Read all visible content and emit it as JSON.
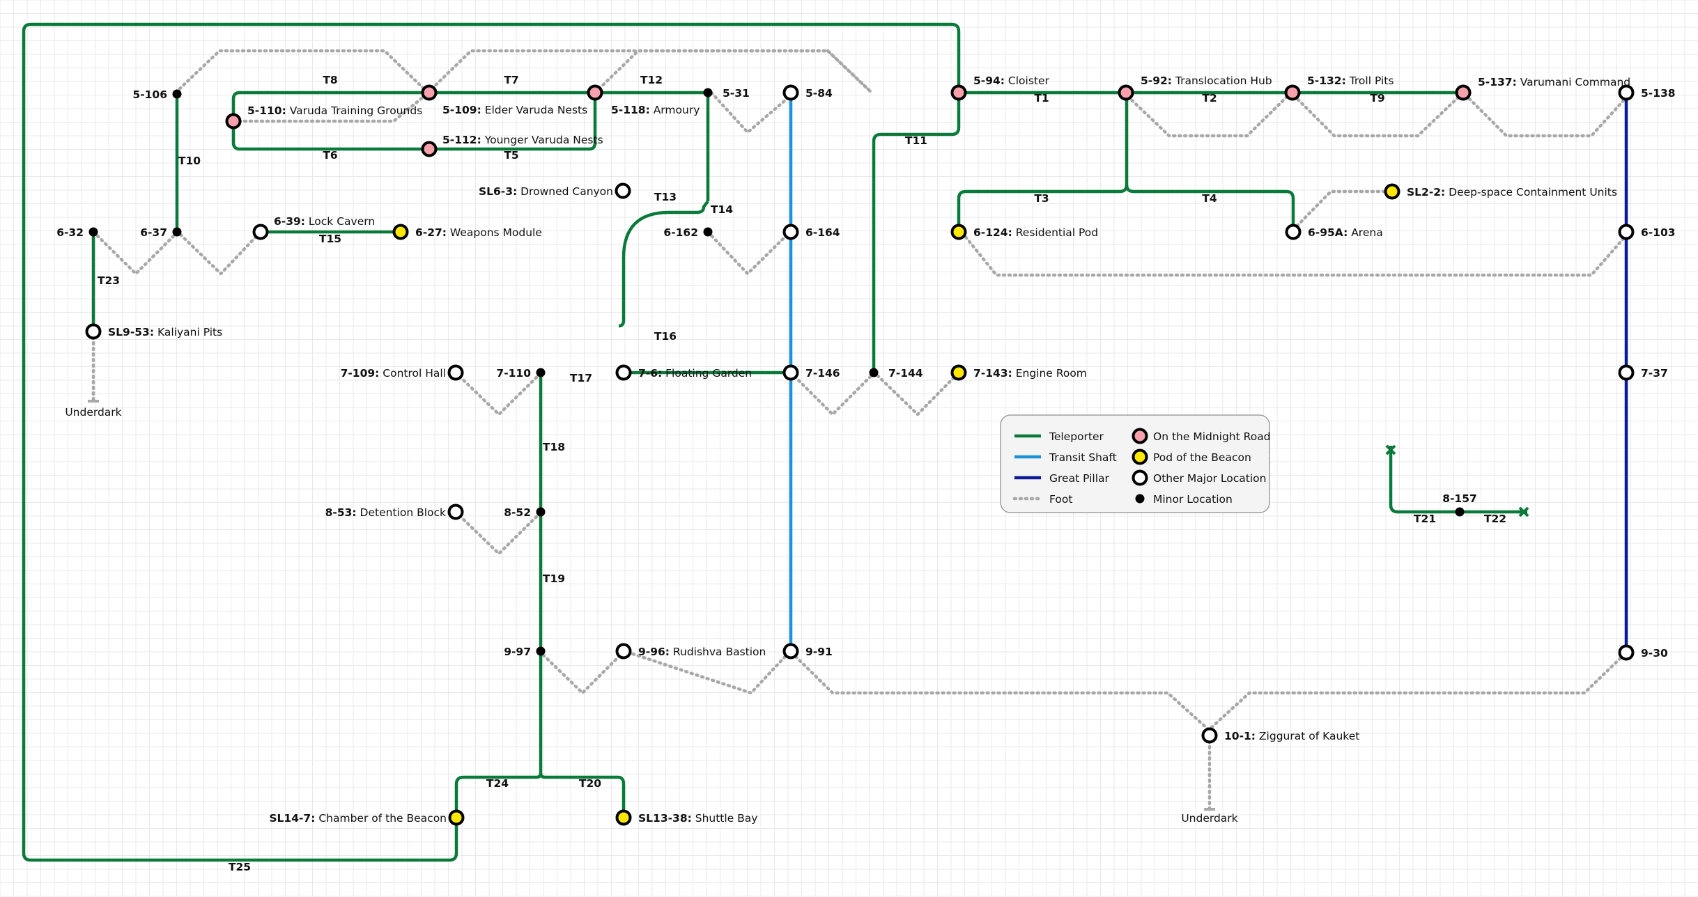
{
  "colors": {
    "teleporter": "#0a7a3a",
    "transit": "#1a93d6",
    "pillar": "#0a1a96",
    "foot": "#a8a8a8",
    "midnight": "#f6a1ac",
    "beacon": "#ffe800",
    "major": "#ffffff",
    "minor": "#000000",
    "grid": "#e9e9e9"
  },
  "legend": {
    "lines": [
      {
        "key": "teleporter",
        "label": "Teleporter"
      },
      {
        "key": "transit",
        "label": "Transit Shaft"
      },
      {
        "key": "pillar",
        "label": "Great Pillar"
      },
      {
        "key": "foot",
        "label": "Foot"
      }
    ],
    "stations": [
      {
        "key": "midnight",
        "label": "On the Midnight Road"
      },
      {
        "key": "beacon",
        "label": "Pod of the Beacon"
      },
      {
        "key": "major",
        "label": "Other Major Location"
      },
      {
        "key": "minor",
        "label": "Minor Location"
      }
    ]
  },
  "stations": [
    {
      "id": "s5106",
      "code": "5-106",
      "name": "",
      "kind": "minor"
    },
    {
      "id": "s5110",
      "code": "5-110:",
      "name": " Varuda Training Grounds",
      "kind": "midnight"
    },
    {
      "id": "s5109",
      "code": "5-109:",
      "name": " Elder Varuda Nests",
      "kind": "midnight"
    },
    {
      "id": "s5112",
      "code": "5-112:",
      "name": " Younger Varuda Nests",
      "kind": "midnight"
    },
    {
      "id": "s5118",
      "code": "5-118:",
      "name": " Armoury",
      "kind": "midnight"
    },
    {
      "id": "s531",
      "code": "5-31",
      "name": "",
      "kind": "minor"
    },
    {
      "id": "s584",
      "code": "5-84",
      "name": "",
      "kind": "major"
    },
    {
      "id": "s594",
      "code": "5-94:",
      "name": " Cloister",
      "kind": "midnight"
    },
    {
      "id": "s592",
      "code": "5-92:",
      "name": " Translocation Hub",
      "kind": "midnight"
    },
    {
      "id": "s5132",
      "code": "5-132:",
      "name": " Troll Pits",
      "kind": "midnight"
    },
    {
      "id": "s5137",
      "code": "5-137:",
      "name": " Varumani Command",
      "kind": "midnight"
    },
    {
      "id": "s5138",
      "code": "5-138",
      "name": "",
      "kind": "major"
    },
    {
      "id": "sSL63",
      "code": "SL6-3:",
      "name": " Drowned Canyon",
      "kind": "major"
    },
    {
      "id": "sSL22",
      "code": "SL2-2:",
      "name": " Deep-space Containment Units",
      "kind": "beacon"
    },
    {
      "id": "s632",
      "code": "6-32",
      "name": "",
      "kind": "minor"
    },
    {
      "id": "s637",
      "code": "6-37",
      "name": "",
      "kind": "minor"
    },
    {
      "id": "s639",
      "code": "6-39:",
      "name": " Lock Cavern",
      "kind": "major"
    },
    {
      "id": "s627",
      "code": "6-27:",
      "name": " Weapons Module",
      "kind": "beacon"
    },
    {
      "id": "s6162",
      "code": "6-162",
      "name": "",
      "kind": "minor"
    },
    {
      "id": "s6164",
      "code": "6-164",
      "name": "",
      "kind": "major"
    },
    {
      "id": "s6124",
      "code": "6-124:",
      "name": " Residential Pod",
      "kind": "beacon"
    },
    {
      "id": "s695A",
      "code": "6-95A:",
      "name": " Arena",
      "kind": "major"
    },
    {
      "id": "s6103",
      "code": "6-103",
      "name": "",
      "kind": "major"
    },
    {
      "id": "sSL953",
      "code": "SL9-53:",
      "name": " Kaliyani Pits",
      "kind": "major"
    },
    {
      "id": "s7109",
      "code": "7-109:",
      "name": " Control Hall",
      "kind": "major"
    },
    {
      "id": "s7110",
      "code": "7-110",
      "name": "",
      "kind": "minor"
    },
    {
      "id": "s76",
      "code": "7-6:",
      "name": " Floating Garden",
      "kind": "major"
    },
    {
      "id": "s7146",
      "code": "7-146",
      "name": "",
      "kind": "major"
    },
    {
      "id": "s7144",
      "code": "7-144",
      "name": "",
      "kind": "minor"
    },
    {
      "id": "s7143",
      "code": "7-143:",
      "name": " Engine Room",
      "kind": "beacon"
    },
    {
      "id": "s737",
      "code": "7-37",
      "name": "",
      "kind": "major"
    },
    {
      "id": "s853",
      "code": "8-53:",
      "name": " Detention Block",
      "kind": "major"
    },
    {
      "id": "s852",
      "code": "8-52",
      "name": "",
      "kind": "minor"
    },
    {
      "id": "s8157",
      "code": "8-157",
      "name": "",
      "kind": "minor"
    },
    {
      "id": "s997",
      "code": "9-97",
      "name": "",
      "kind": "minor"
    },
    {
      "id": "s996",
      "code": "9-96:",
      "name": " Rudishva Bastion",
      "kind": "major"
    },
    {
      "id": "s991",
      "code": "9-91",
      "name": "",
      "kind": "major"
    },
    {
      "id": "s930",
      "code": "9-30",
      "name": "",
      "kind": "major"
    },
    {
      "id": "s101",
      "code": "10-1:",
      "name": " Ziggurat of Kauket",
      "kind": "major"
    },
    {
      "id": "sSL147",
      "code": "SL14-7:",
      "name": " Chamber of the Beacon",
      "kind": "beacon"
    },
    {
      "id": "sSL1338",
      "code": "SL13-38:",
      "name": " Shuttle Bay",
      "kind": "beacon"
    }
  ],
  "terminals": [
    {
      "id": "ud1",
      "label": "Underdark"
    },
    {
      "id": "ud2",
      "label": "Underdark"
    }
  ],
  "segments": [
    "T1",
    "T2",
    "T3",
    "T4",
    "T5",
    "T6",
    "T7",
    "T8",
    "T9",
    "T10",
    "T11",
    "T12",
    "T13",
    "T14",
    "T15",
    "T16",
    "T17",
    "T18",
    "T19",
    "T20",
    "T21",
    "T22",
    "T23",
    "T24",
    "T25"
  ]
}
